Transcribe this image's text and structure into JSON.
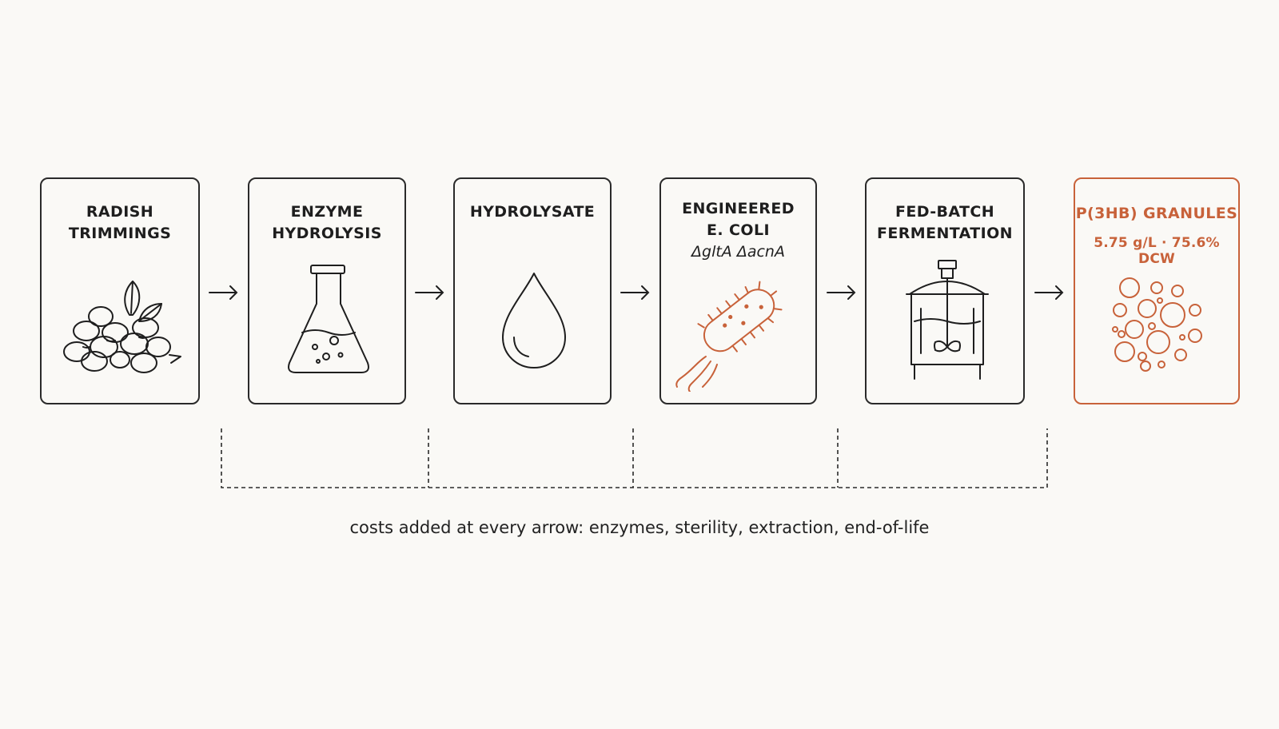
{
  "stages": [
    {
      "title": "RADISH\nTRIMMINGS",
      "icon": "radish-icon"
    },
    {
      "title": "ENZYME\nHYDROLYSIS",
      "icon": "flask-icon"
    },
    {
      "title": "HYDROLYSATE",
      "icon": "droplet-icon"
    },
    {
      "title": "ENGINEERED\nE. COLI",
      "subtitle": "ΔgltA ΔacnA",
      "icon": "bacterium-icon"
    },
    {
      "title": "FED-BATCH\nFERMENTATION",
      "icon": "bioreactor-icon"
    },
    {
      "title": "P(3HB) GRANULES",
      "metric": "5.75 g/L · 75.6% DCW",
      "icon": "granules-icon"
    }
  ],
  "arrow_icon": "arrow-right-icon",
  "caption": "costs added at every arrow: enzymes, sterility, extraction, end-of-life",
  "colors": {
    "ink": "#2a2a2a",
    "accent": "#c8623a",
    "background": "#faf9f6"
  }
}
